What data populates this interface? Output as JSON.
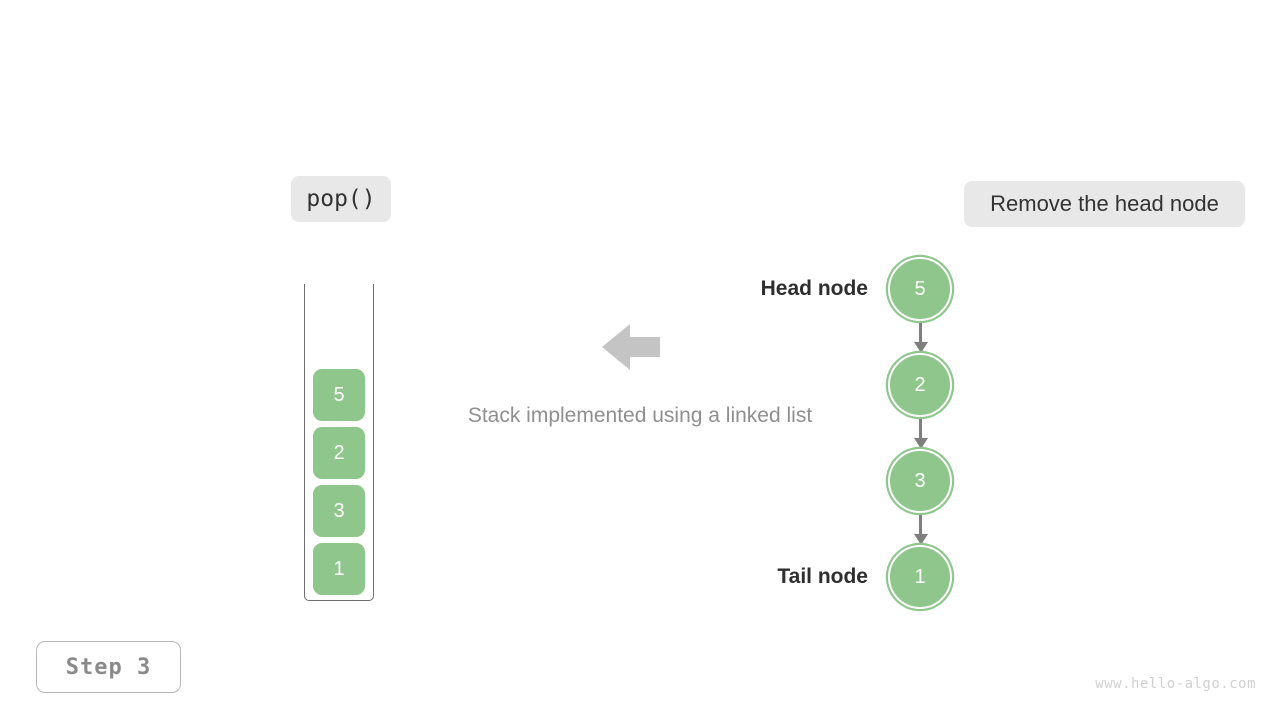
{
  "diagram": {
    "caption": "Stack implemented using a linked list",
    "operation_tag": "pop()",
    "action_tag": "Remove the head node",
    "step_label": "Step 3",
    "watermark": "www.hello-algo.com",
    "colors": {
      "node_green": "#8ec68c",
      "tag_background": "#e8e8e8",
      "arrow_gray": "#7f7f7f",
      "big_arrow_gray": "#c4c4c4",
      "caption_gray": "#8f8f8f",
      "step_text_gray": "#8a8a8a",
      "frame_stroke": "#6e6e6e"
    }
  },
  "stack": {
    "title": "stack-container",
    "cells": [
      {
        "value": "5"
      },
      {
        "value": "2"
      },
      {
        "value": "3"
      },
      {
        "value": "1"
      }
    ]
  },
  "linked_list": {
    "nodes": [
      {
        "value": "5",
        "annotation": "Head node"
      },
      {
        "value": "2",
        "annotation": ""
      },
      {
        "value": "3",
        "annotation": ""
      },
      {
        "value": "1",
        "annotation": "Tail node"
      }
    ],
    "head_label": "Head node",
    "tail_label": "Tail node"
  }
}
